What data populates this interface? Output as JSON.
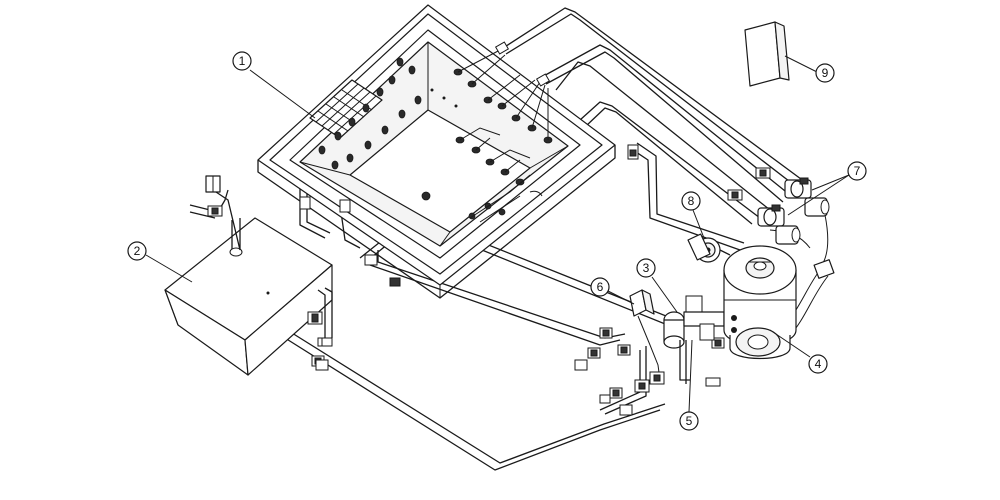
{
  "callouts": [
    {
      "id": "callout-1",
      "label": "1"
    },
    {
      "id": "callout-2",
      "label": "2"
    },
    {
      "id": "callout-3",
      "label": "3"
    },
    {
      "id": "callout-4",
      "label": "4"
    },
    {
      "id": "callout-5",
      "label": "5"
    },
    {
      "id": "callout-6",
      "label": "6"
    },
    {
      "id": "callout-7",
      "label": "7"
    },
    {
      "id": "callout-8",
      "label": "8"
    },
    {
      "id": "callout-9",
      "label": "9"
    }
  ],
  "colors": {
    "line": "#1a1a1a",
    "background": "#ffffff"
  }
}
